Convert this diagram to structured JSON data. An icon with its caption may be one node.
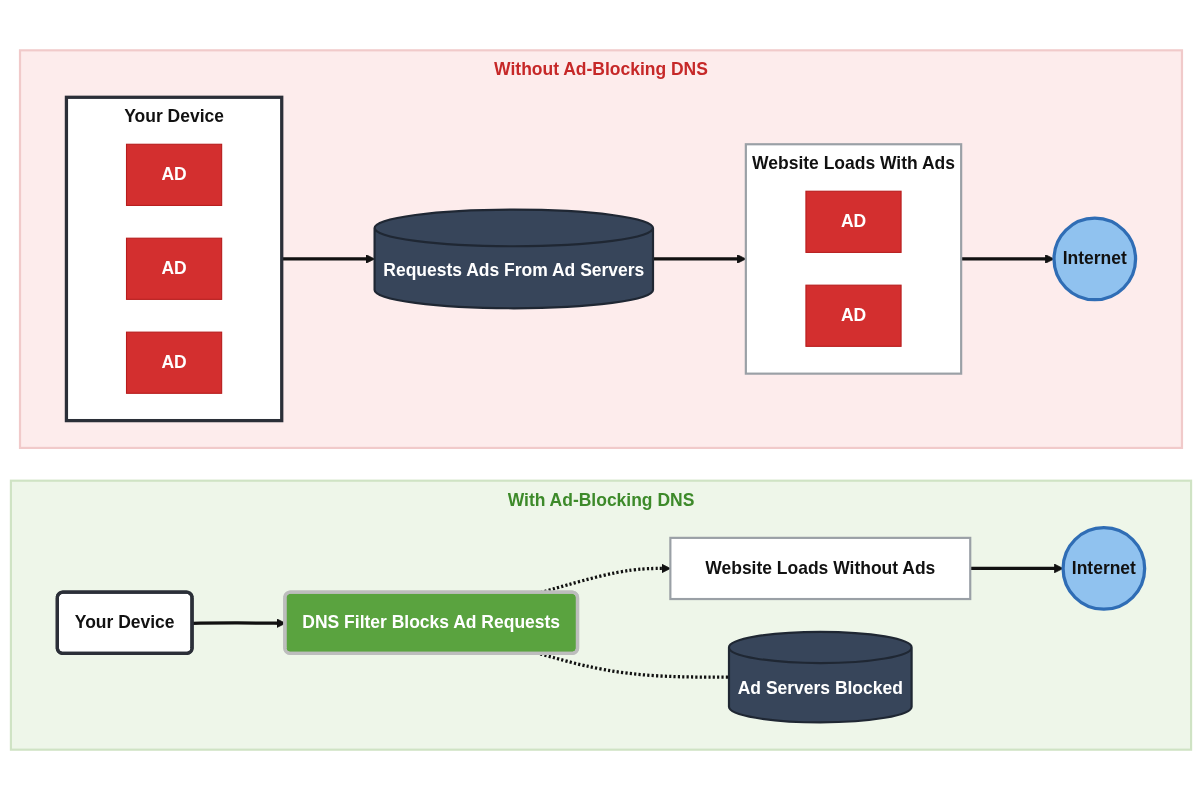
{
  "diagram": {
    "nodes": [
      {
        "text": [
          "Without Ad-Blocking DNS"
        ]
      },
      {
        "text": [
          "Your Device"
        ],
        "in": 0
      },
      {
        "text": [
          "AD"
        ],
        "in": 1
      },
      {
        "text": [
          "AD"
        ],
        "in": 1
      },
      {
        "text": [
          "AD"
        ],
        "in": 1
      },
      {
        "text": [
          "Requests Ads From Ad Servers"
        ],
        "in": 0
      },
      {
        "text": [
          "Website Loads With Ads"
        ],
        "in": 0
      },
      {
        "text": [
          "AD"
        ],
        "in": 6
      },
      {
        "text": [
          "AD"
        ],
        "in": 6
      },
      {
        "text": [
          "Internet"
        ],
        "in": 0
      },
      {
        "text": [
          "With Ad-Blocking DNS"
        ]
      },
      {
        "text": [
          "Your Device"
        ],
        "in": 10
      },
      {
        "text": [
          "DNS Filter Blocks Ad Requests"
        ],
        "in": 10
      },
      {
        "text": [
          "Ad Servers Blocked"
        ],
        "in": 10
      },
      {
        "text": [
          "Website Loads Without Ads"
        ],
        "in": 10
      },
      {
        "text": [
          "Internet"
        ],
        "in": 10
      }
    ],
    "edges": [
      {
        "from": 1,
        "to": 5,
        "arrow": "to"
      },
      {
        "from": 5,
        "to": 6,
        "arrow": "to"
      },
      {
        "from": 6,
        "to": 9,
        "arrow": "to"
      },
      {
        "from": 11,
        "to": 12,
        "arrow": "to"
      },
      {
        "from": 12,
        "to": 14,
        "arrow": "to",
        "style": "dashed"
      },
      {
        "from": 12,
        "to": 13,
        "arrow": "none",
        "style": "dashed"
      },
      {
        "from": 14,
        "to": 15,
        "arrow": "to"
      }
    ]
  }
}
